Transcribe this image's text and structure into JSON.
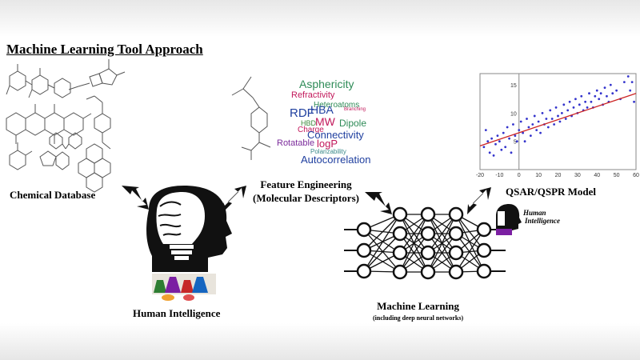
{
  "title": "Machine Learning Tool Approach",
  "labels": {
    "chemical_database": "Chemical Database",
    "human_intelligence": "Human Intelligence",
    "feature_engineering_line1": "Feature Engineering",
    "feature_engineering_line2": "(Molecular Descriptors)",
    "machine_learning": "Machine Learning",
    "machine_learning_sub": "(including deep neural networks)",
    "qsar_model": "QSAR/QSPR Model",
    "human_intelligence_small_1": "Human",
    "human_intelligence_small_2": "Intelligence"
  },
  "descriptor_words": [
    {
      "text": "Asphericity",
      "color": "#2e8b57"
    },
    {
      "text": "Refractivity",
      "color": "#c2185b"
    },
    {
      "text": "Heteroatoms",
      "color": "#2e8b57"
    },
    {
      "text": "RDF",
      "color": "#1f3f9f"
    },
    {
      "text": "HBA",
      "color": "#1f3f9f"
    },
    {
      "text": "Branching",
      "color": "#c2185b"
    },
    {
      "text": "HBD",
      "color": "#3a8a3a"
    },
    {
      "text": "MW",
      "color": "#c2185b"
    },
    {
      "text": "Dipole",
      "color": "#2e8b57"
    },
    {
      "text": "Charge",
      "color": "#c2185b"
    },
    {
      "text": "Connectivity",
      "color": "#1f3f9f"
    },
    {
      "text": "Rotatable",
      "color": "#7b2b9b"
    },
    {
      "text": "logP",
      "color": "#c2185b"
    },
    {
      "text": "Polarizability",
      "color": "#3a8a8a"
    },
    {
      "text": "Autocorrelation",
      "color": "#1f3f9f"
    }
  ],
  "chart_data": {
    "type": "scatter",
    "x_ticks": [
      "-20",
      "-10",
      "0",
      "10",
      "20",
      "30",
      "40",
      "50",
      "60"
    ],
    "y_ticks": [
      "5",
      "10",
      "15"
    ],
    "xlim": [
      -20,
      60
    ],
    "ylim": [
      0,
      17
    ],
    "points_color": "#3333cc",
    "fit_color": "#cc2222",
    "fit_line": {
      "x": [
        -20,
        60
      ],
      "y": [
        4.2,
        13.5
      ]
    },
    "points": [
      [
        -18,
        4
      ],
      [
        -17,
        7
      ],
      [
        -16,
        5
      ],
      [
        -15,
        3
      ],
      [
        -14,
        5.5
      ],
      [
        -13,
        2.5
      ],
      [
        -12,
        4.5
      ],
      [
        -11,
        6
      ],
      [
        -10,
        5
      ],
      [
        -9,
        3.5
      ],
      [
        -8,
        6.5
      ],
      [
        -7,
        4
      ],
      [
        -6,
        7.5
      ],
      [
        -5,
        5.5
      ],
      [
        -4,
        3
      ],
      [
        -3,
        8
      ],
      [
        -2,
        6
      ],
      [
        -1,
        5
      ],
      [
        0,
        7
      ],
      [
        1,
        8.5
      ],
      [
        2,
        6.5
      ],
      [
        3,
        5
      ],
      [
        4,
        9
      ],
      [
        5,
        7.5
      ],
      [
        6,
        6
      ],
      [
        7,
        8
      ],
      [
        8,
        9.5
      ],
      [
        9,
        7
      ],
      [
        10,
        8.5
      ],
      [
        11,
        6.5
      ],
      [
        12,
        10
      ],
      [
        13,
        8
      ],
      [
        14,
        9
      ],
      [
        15,
        7.5
      ],
      [
        16,
        10.5
      ],
      [
        17,
        9
      ],
      [
        18,
        8
      ],
      [
        19,
        11
      ],
      [
        20,
        9.5
      ],
      [
        21,
        8.5
      ],
      [
        22,
        10
      ],
      [
        23,
        11.5
      ],
      [
        24,
        9
      ],
      [
        25,
        10.5
      ],
      [
        26,
        12
      ],
      [
        27,
        9.5
      ],
      [
        28,
        11
      ],
      [
        29,
        12.5
      ],
      [
        30,
        10
      ],
      [
        31,
        11.5
      ],
      [
        32,
        13
      ],
      [
        33,
        10.5
      ],
      [
        34,
        12
      ],
      [
        35,
        11
      ],
      [
        36,
        13.5
      ],
      [
        37,
        12
      ],
      [
        38,
        11
      ],
      [
        39,
        13
      ],
      [
        40,
        14
      ],
      [
        41,
        12.5
      ],
      [
        42,
        13.5
      ],
      [
        43,
        11.5
      ],
      [
        44,
        14.5
      ],
      [
        45,
        13
      ],
      [
        46,
        12
      ],
      [
        47,
        15
      ],
      [
        48,
        13.5
      ],
      [
        50,
        14
      ],
      [
        52,
        12.5
      ],
      [
        54,
        15.5
      ],
      [
        56,
        16.5
      ],
      [
        57,
        14
      ],
      [
        58,
        15.5
      ],
      [
        59,
        12
      ]
    ]
  }
}
